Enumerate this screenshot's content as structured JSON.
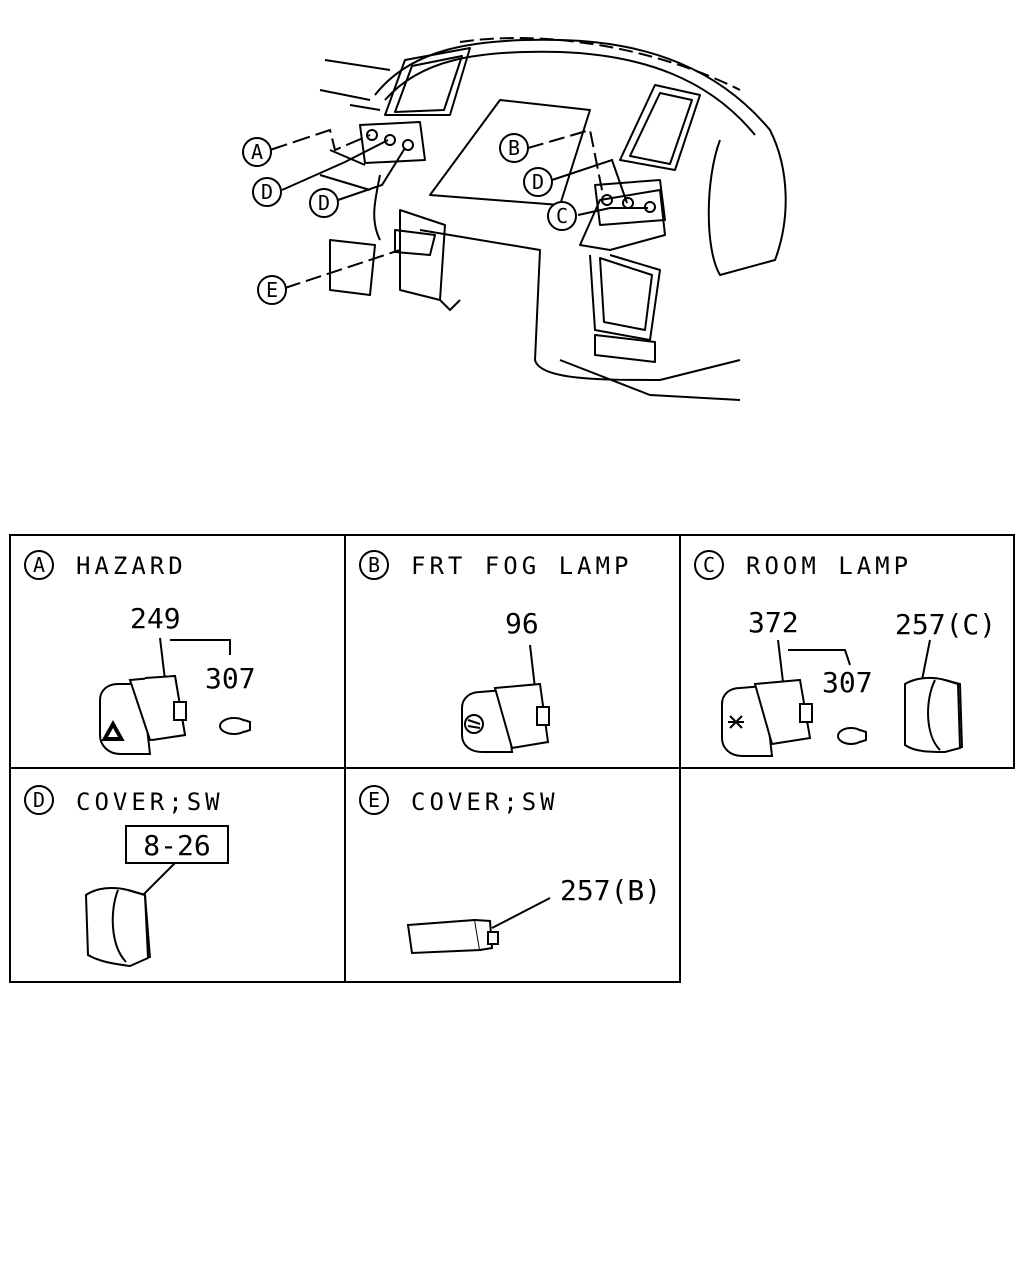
{
  "overview": {
    "callouts": [
      {
        "letter": "A"
      },
      {
        "letter": "B"
      },
      {
        "letter": "C"
      },
      {
        "letter": "D"
      },
      {
        "letter": "D"
      },
      {
        "letter": "D"
      },
      {
        "letter": "E"
      }
    ]
  },
  "panels": [
    {
      "letter": "A",
      "title": "HAZARD",
      "parts": [
        "249",
        "307"
      ]
    },
    {
      "letter": "B",
      "title": "FRT FOG LAMP",
      "parts": [
        "96"
      ]
    },
    {
      "letter": "C",
      "title": "ROOM LAMP",
      "parts": [
        "372",
        "307",
        "257(C)"
      ]
    },
    {
      "letter": "D",
      "title": "COVER;SW",
      "parts": [
        "8-26"
      ]
    },
    {
      "letter": "E",
      "title": "COVER;SW",
      "parts": [
        "257(B)"
      ]
    }
  ]
}
